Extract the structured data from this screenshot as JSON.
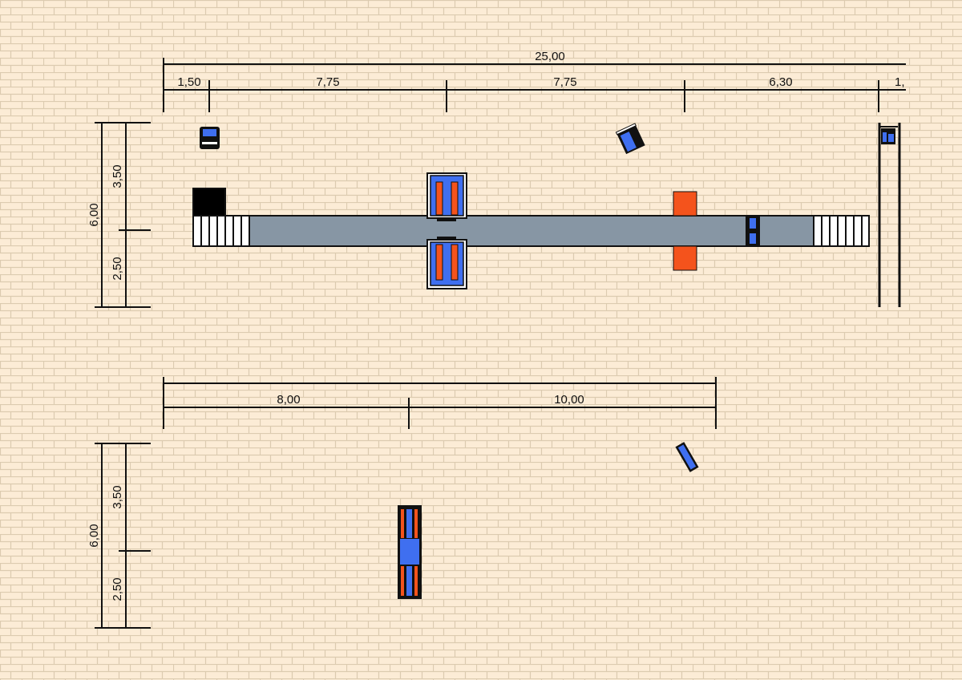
{
  "plan_top": {
    "overall_width": "25,00",
    "segments": [
      "1,50",
      "7,75",
      "7,75",
      "6,30",
      "1,"
    ],
    "overall_depth": "6,00",
    "depth_segments": [
      "3,50",
      "2,50"
    ]
  },
  "plan_bottom": {
    "segments": [
      "8,00",
      "10,00"
    ],
    "overall_depth": "6,00",
    "depth_segments": [
      "3,50",
      "2,50"
    ]
  },
  "colors": {
    "background": "#fcecd6",
    "mortar": "#dccbb0",
    "runway": "#8796a4",
    "blue": "#3f6ff0",
    "orange": "#f4531c",
    "line": "#111111"
  }
}
